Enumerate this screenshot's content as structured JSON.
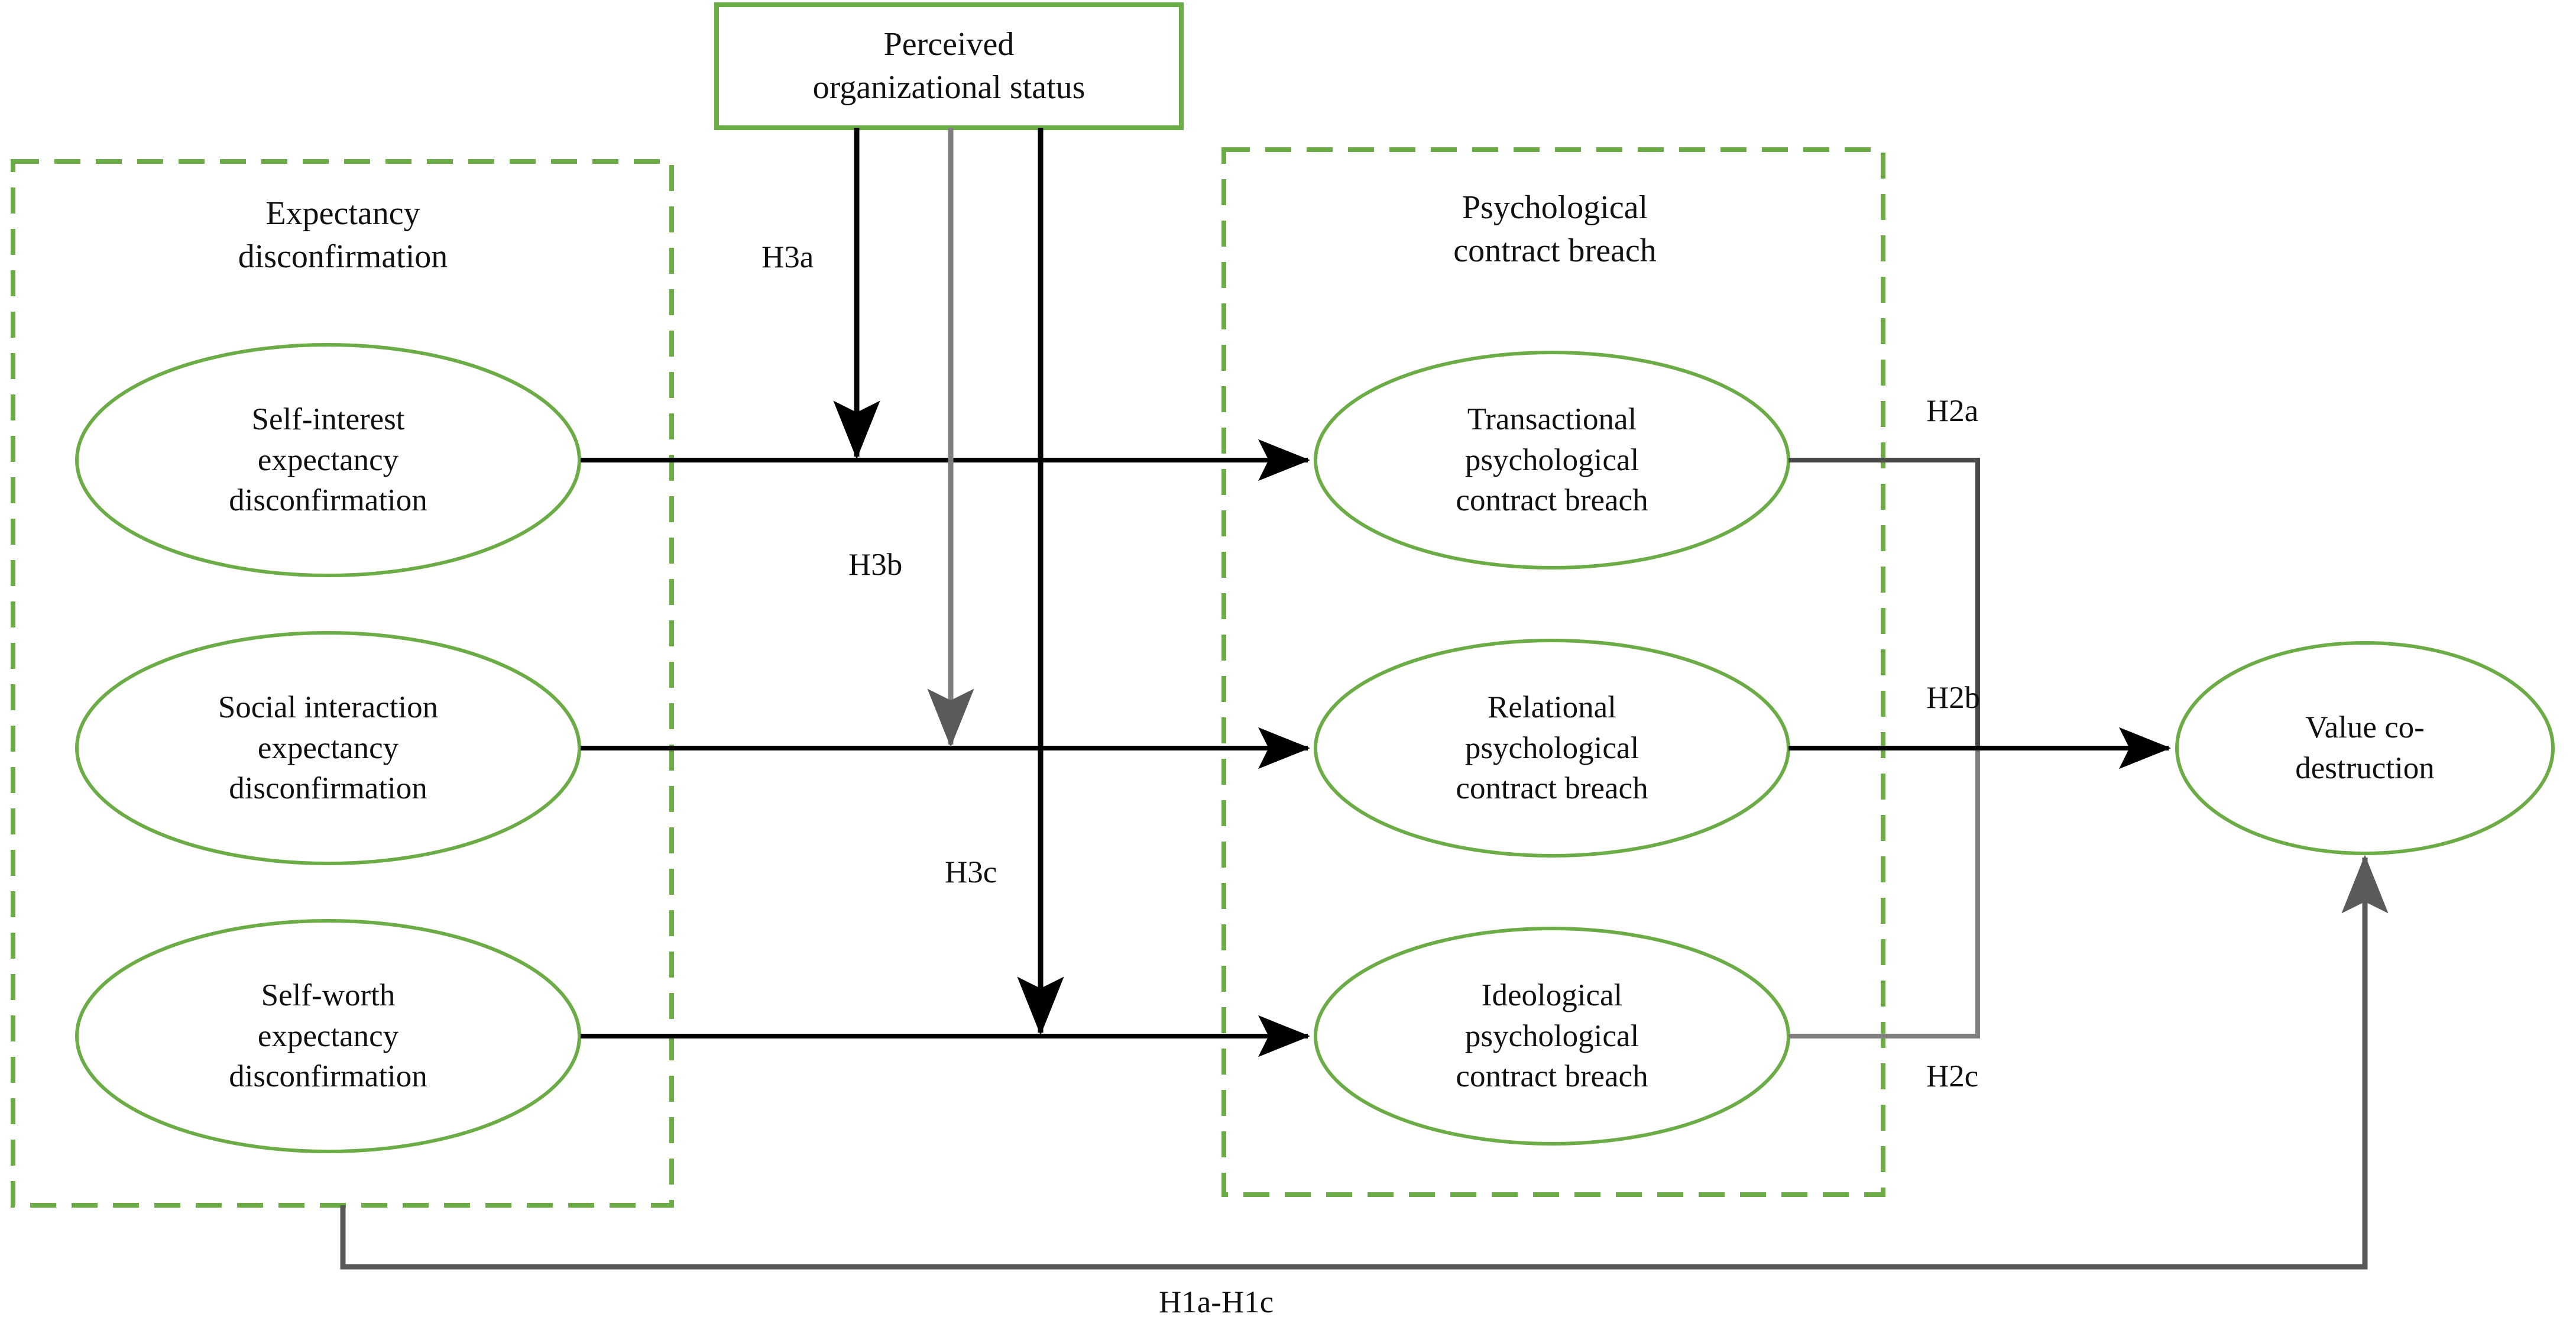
{
  "diagram": {
    "title_note": "Conceptual research model",
    "colors": {
      "ellipse_stroke": "#6BAC46",
      "dashed_box_stroke": "#6BAC46",
      "solid_box_stroke": "#6BAC46",
      "arrow_black": "#000000",
      "arrow_gray": "#7F7F7F",
      "text": "#111111",
      "background": "#FFFFFF"
    },
    "moderator_box": {
      "label": "Perceived\norganizational status"
    },
    "left_group": {
      "title": "Expectancy\ndisconfirmation",
      "nodes": [
        {
          "id": "self-interest",
          "label": "Self-interest\nexpectancy\ndisconfirmation"
        },
        {
          "id": "social-interaction",
          "label": "Social interaction\nexpectancy\ndisconfirmation"
        },
        {
          "id": "self-worth",
          "label": "Self-worth\nexpectancy\ndisconfirmation"
        }
      ]
    },
    "right_group": {
      "title": "Psychological\ncontract breach",
      "nodes": [
        {
          "id": "transactional",
          "label": "Transactional\npsychological\ncontract breach"
        },
        {
          "id": "relational",
          "label": "Relational\npsychological\ncontract breach"
        },
        {
          "id": "ideological",
          "label": "Ideological\npsychological\ncontract breach"
        }
      ]
    },
    "outcome": {
      "id": "value-co-destruction",
      "label": "Value co-\ndestruction"
    },
    "hypothesis_labels": {
      "h3a": "H3a",
      "h3b": "H3b",
      "h3c": "H3c",
      "h2a": "H2a",
      "h2b": "H2b",
      "h2c": "H2c",
      "h1": "H1a-H1c"
    }
  }
}
